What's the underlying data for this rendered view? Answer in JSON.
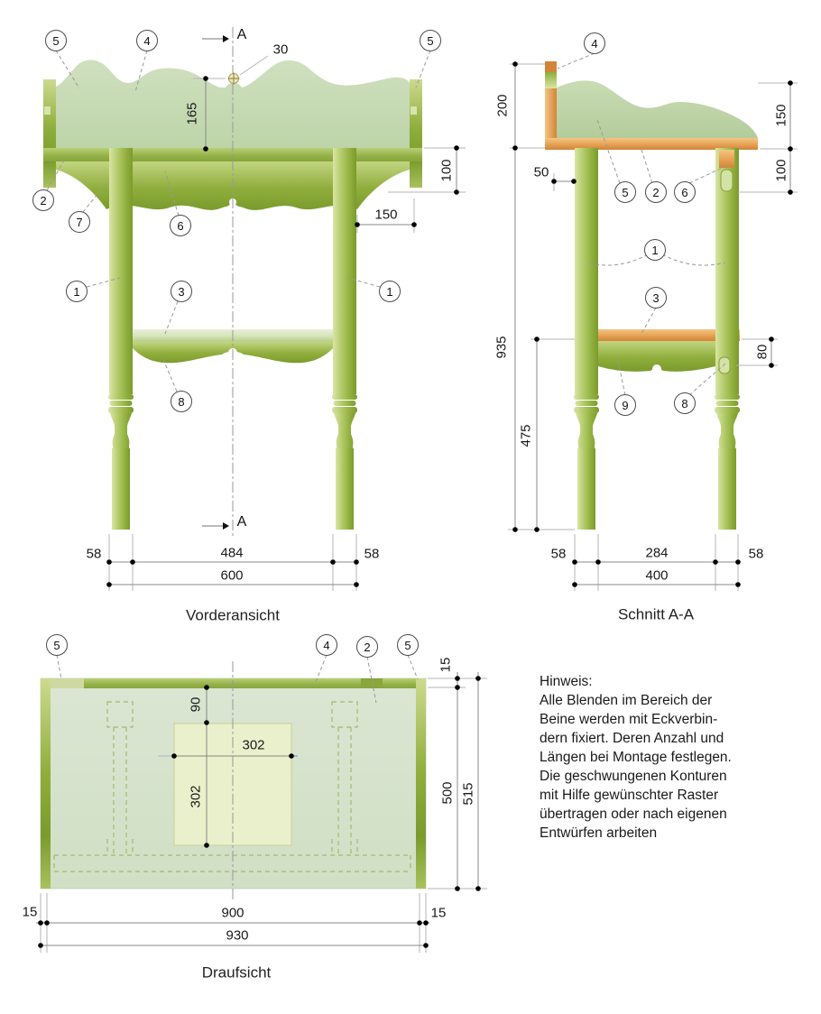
{
  "front": {
    "title": "Vorderansicht",
    "section_marker_top": "A",
    "section_marker_bottom": "A",
    "callouts": [
      "5",
      "4",
      "5",
      "2",
      "7",
      "6",
      "1",
      "3",
      "1",
      "8"
    ],
    "dims": {
      "hole_offset": "30",
      "blende_height": "165",
      "apron_height": "100",
      "leg_inset": "150",
      "leg_width_left": "58",
      "leg_span_inner": "484",
      "leg_width_right": "58",
      "leg_span_outer": "600"
    }
  },
  "section": {
    "title": "Schnitt A-A",
    "callouts": [
      "4",
      "5",
      "2",
      "6",
      "1",
      "3",
      "9",
      "8"
    ],
    "dims": {
      "back_blende_height": "200",
      "back_offset": "50",
      "side_blende_height": "150",
      "apron_height": "100",
      "total_height": "935",
      "lower_leg_height": "475",
      "shelf_apron_height": "80",
      "leg_width_left": "58",
      "leg_span_inner": "284",
      "leg_width_right": "58",
      "leg_span_outer": "400"
    }
  },
  "top": {
    "title": "Draufsicht",
    "callouts": [
      "5",
      "4",
      "2",
      "5"
    ],
    "dims": {
      "blende_thickness_back": "15",
      "board_offset": "90",
      "board_width": "302",
      "board_depth": "302",
      "depth_inner": "500",
      "depth_outer": "515",
      "blende_thickness_left": "15",
      "width_inner": "900",
      "blende_thickness_right": "15",
      "width_outer": "930"
    }
  },
  "note": {
    "heading": "Hinweis:",
    "lines": [
      "Alle Blenden im Bereich der",
      "Beine werden mit Eckverbin-",
      "dern fixiert. Deren Anzahl und",
      "Längen bei Montage festlegen.",
      "Die geschwungenen Konturen",
      "mit Hilfe gewünschter Raster",
      "übertragen oder nach eigenen",
      "Entwürfen arbeiten"
    ]
  },
  "colors": {
    "olive": "#8fae3c",
    "olive_dark": "#7a9b2d",
    "olive_light": "#d9e5a4",
    "sage": "#c6d9b2",
    "orange": "#e8a352",
    "dim_line": "#888888",
    "text": "#1a1a1a"
  }
}
